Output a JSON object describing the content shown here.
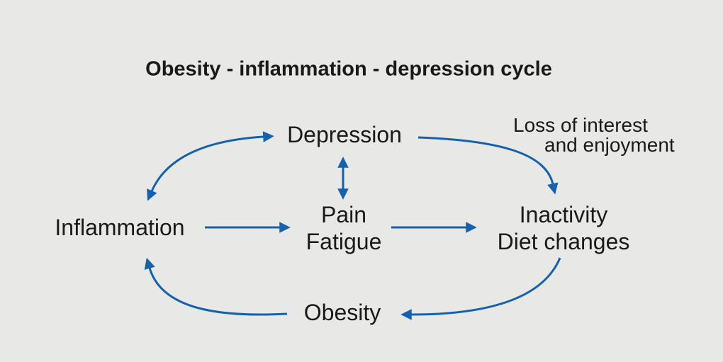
{
  "title": "Obesity - inflammation - depression cycle",
  "nodes": {
    "depression": {
      "label": "Depression"
    },
    "pain_fatigue": {
      "line1": "Pain",
      "line2": "Fatigue"
    },
    "inflammation": {
      "label": "Inflammation"
    },
    "inactivity_diet_changes": {
      "line1": "Inactivity",
      "line2": "Diet changes"
    },
    "obesity": {
      "label": "Obesity"
    }
  },
  "annotation": {
    "line1": "Loss of interest",
    "line2": "and enjoyment"
  },
  "edges": [
    {
      "from": "Inflammation",
      "to": "Depression",
      "shape": "curved",
      "bidirectional": true
    },
    {
      "from": "Depression",
      "to": "Pain / Fatigue",
      "shape": "straight",
      "bidirectional": true
    },
    {
      "from": "Inflammation",
      "to": "Pain / Fatigue",
      "shape": "straight",
      "bidirectional": false
    },
    {
      "from": "Pain / Fatigue",
      "to": "Inactivity / Diet changes",
      "shape": "straight",
      "bidirectional": false
    },
    {
      "from": "Depression",
      "to": "Inactivity / Diet changes",
      "shape": "curved",
      "bidirectional": false,
      "annotation": "Loss of interest and enjoyment"
    },
    {
      "from": "Inactivity / Diet changes",
      "to": "Obesity",
      "shape": "curved",
      "bidirectional": false
    },
    {
      "from": "Obesity",
      "to": "Inflammation",
      "shape": "curved",
      "bidirectional": false
    }
  ],
  "colors": {
    "arrow": "#1661ab",
    "text": "#1a1a1a",
    "background": "#e8e8e7"
  }
}
